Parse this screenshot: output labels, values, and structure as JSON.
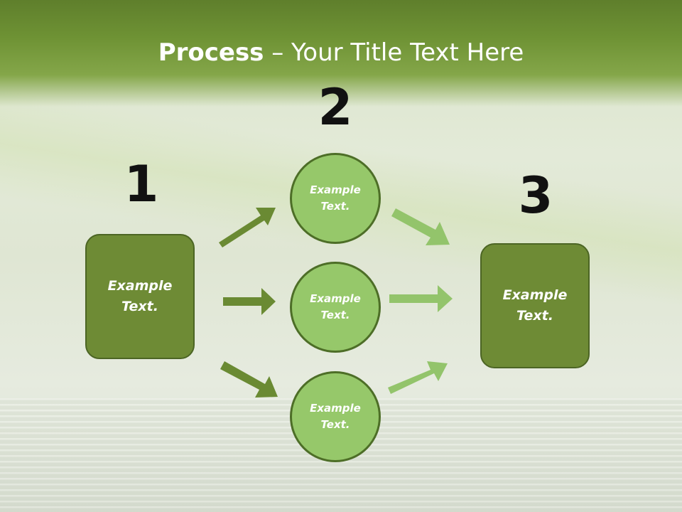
{
  "title": {
    "bold": "Process",
    "rest": " – Your Title Text Here"
  },
  "steps": [
    {
      "number": "1",
      "text": "Example Text."
    },
    {
      "number": "2",
      "items": [
        "Example Text.",
        "Example Text.",
        "Example Text."
      ]
    },
    {
      "number": "3",
      "text": "Example Text."
    }
  ],
  "colors": {
    "header": "#6e9234",
    "box_fill": "#6e8b35",
    "circle_fill": "#96c86a",
    "arrow_dark": "#6a8a33",
    "arrow_light": "#93c46b"
  }
}
